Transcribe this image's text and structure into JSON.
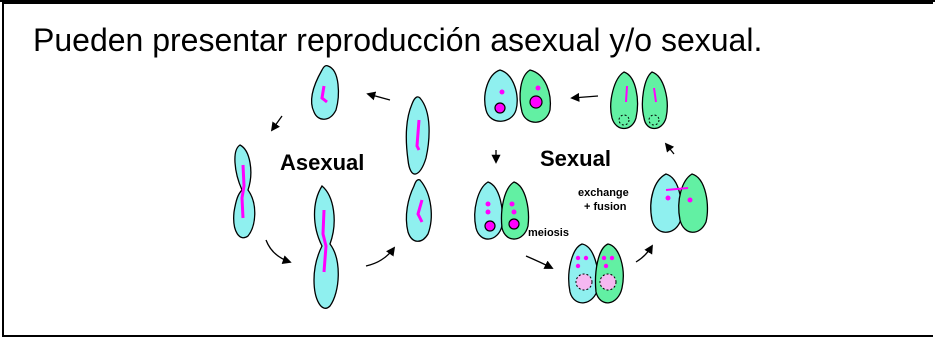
{
  "slide": {
    "heading": "Pueden presentar reproducción asexual y/o sexual."
  },
  "diagram": {
    "asexual_label": "Asexual",
    "sexual_label": "Sexual",
    "exchange_label_line1": "exchange",
    "exchange_label_line2": "+ fusion",
    "meiosis_label": "meiosis"
  },
  "colors": {
    "cyan_cell": "#8ff0ef",
    "green_cell": "#62f0a3",
    "nucleus": "#ff00ff",
    "nucleus_pale": "#f5b8f1",
    "border": "#000000"
  }
}
